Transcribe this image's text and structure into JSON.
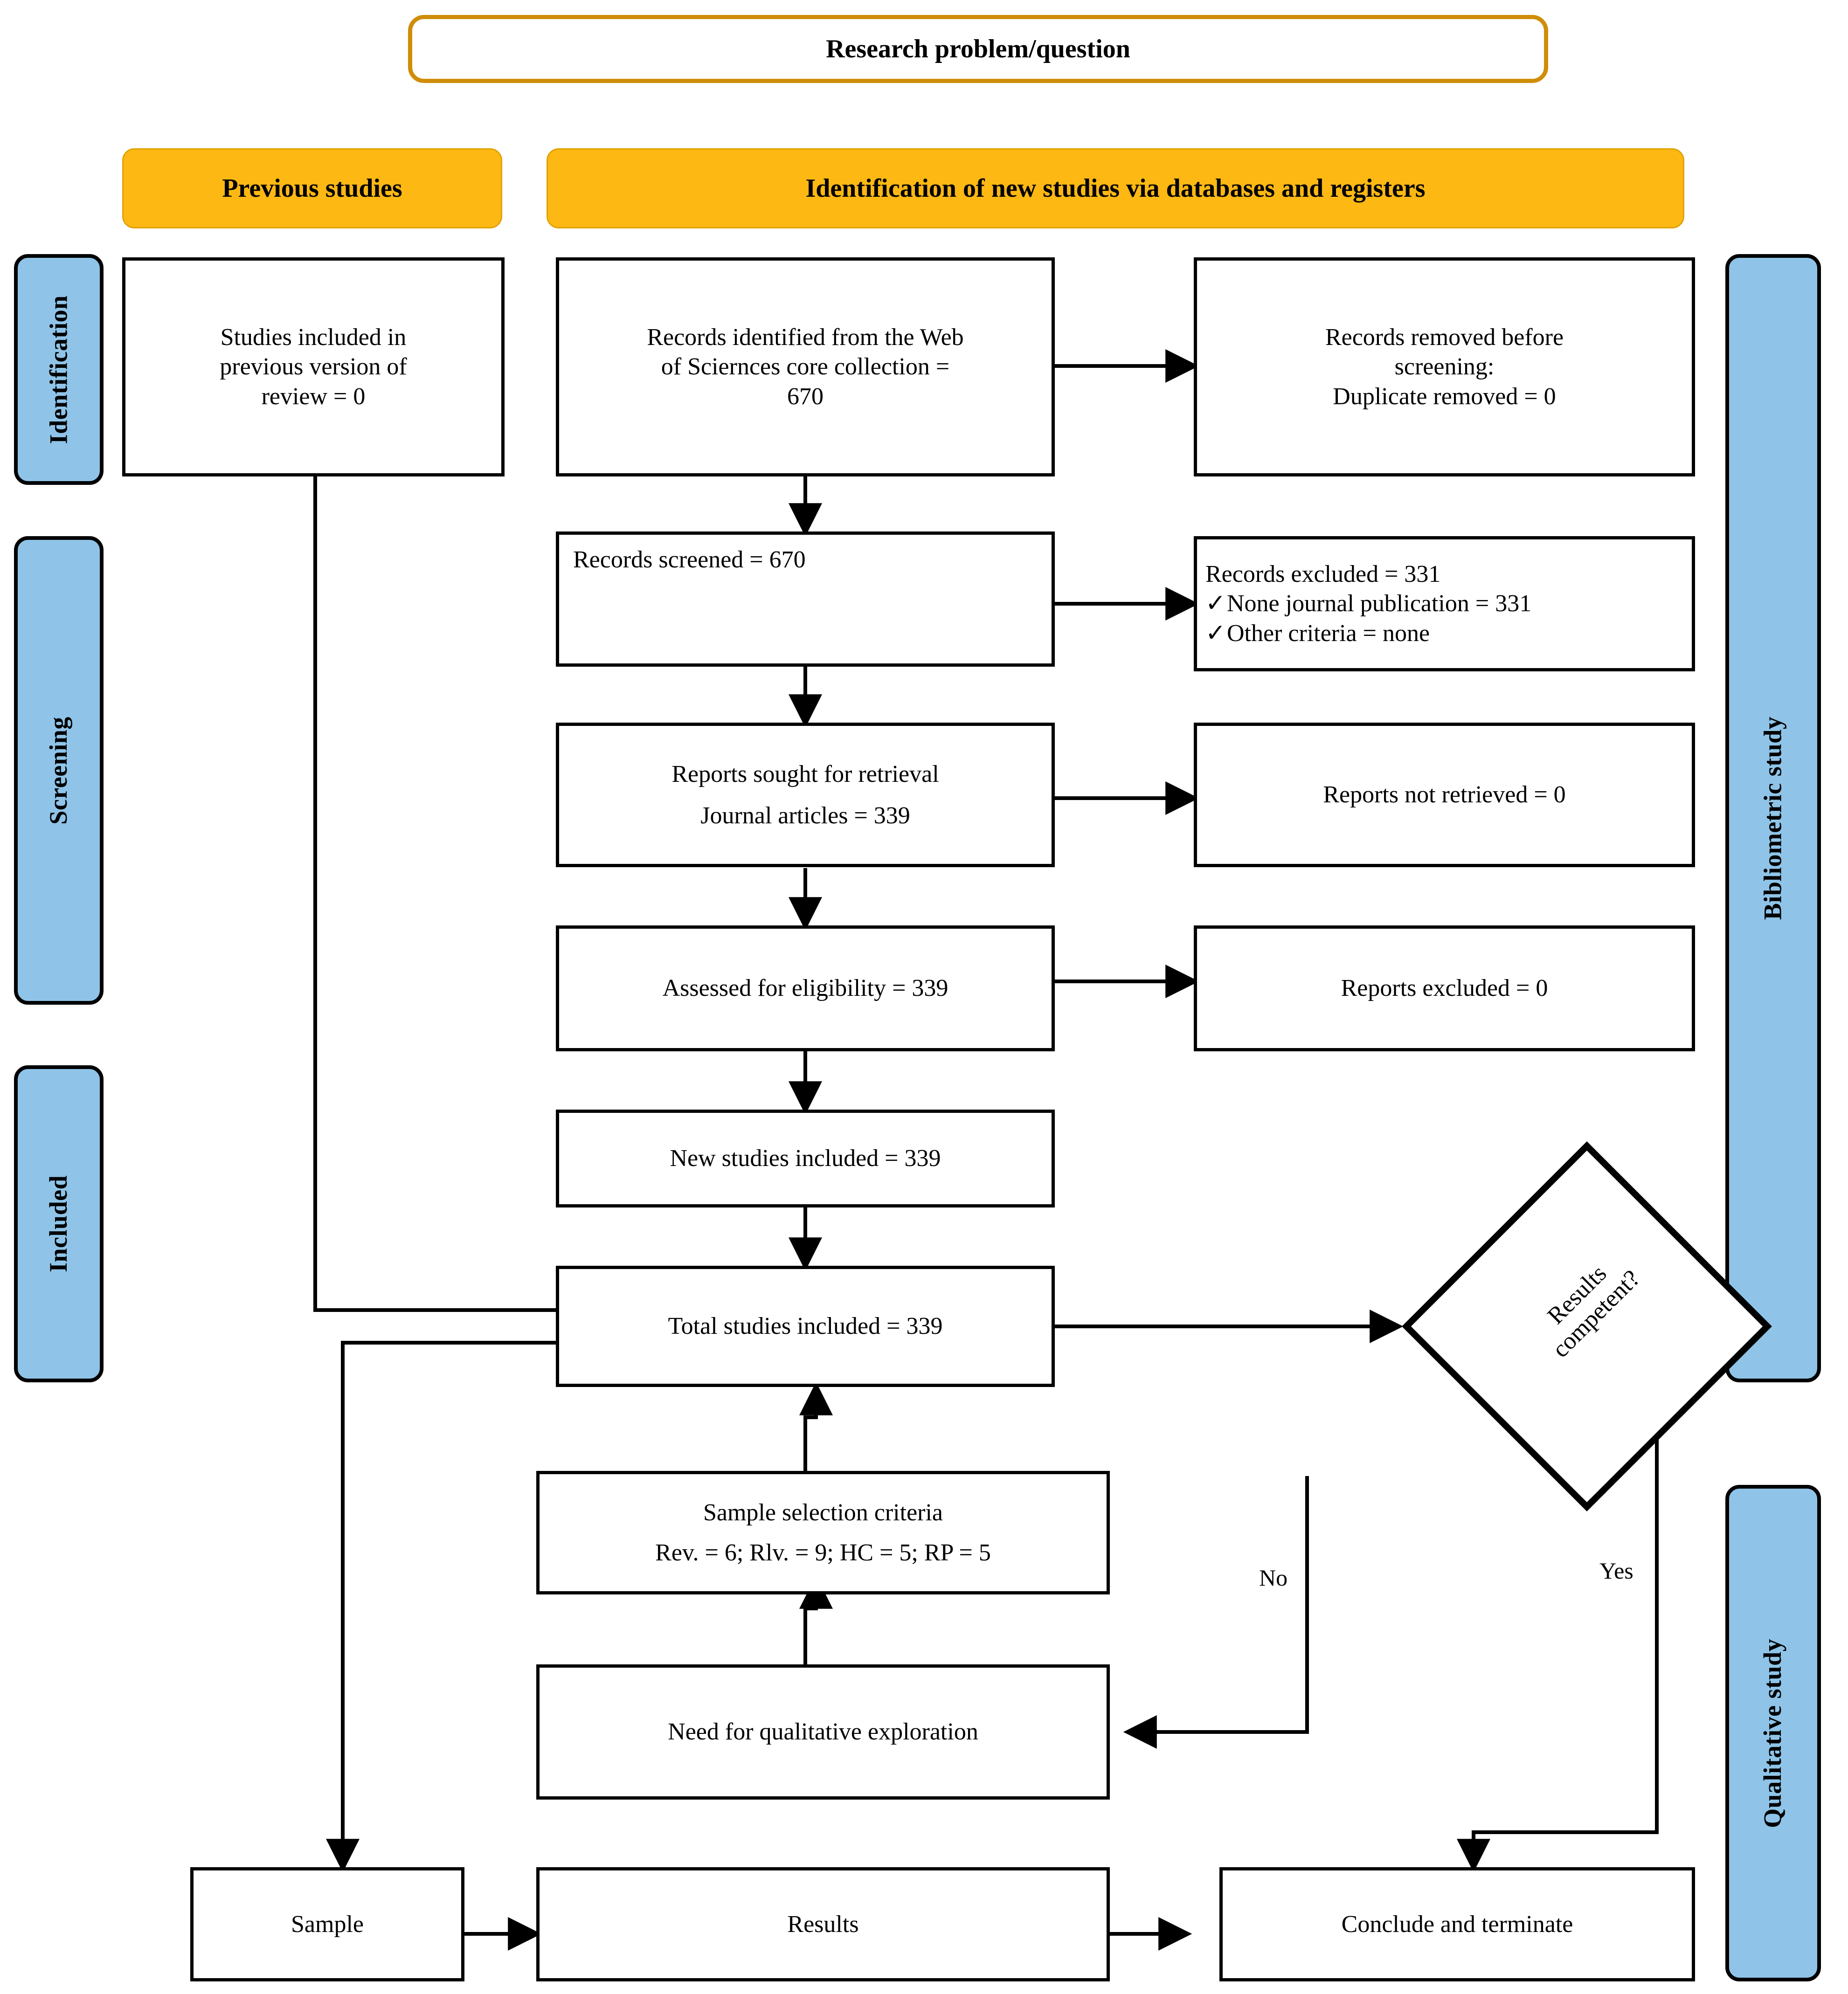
{
  "diagram": {
    "type": "prisma-flow-diagram",
    "title": "Research problem/question"
  },
  "top": {
    "research_question": "Research problem/question"
  },
  "headers": {
    "previous_studies": "Previous studies",
    "identification_new": "Identification of new studies via databases and registers"
  },
  "stage_labels": {
    "identification": "Identification",
    "screening": "Screening",
    "included": "Included"
  },
  "right_labels": {
    "bibliometric": "Bibliometric study",
    "qualitative": "Qualitative study"
  },
  "boxes": {
    "previous_version": {
      "line1": "Studies included in",
      "line2": "previous version of",
      "line3": "review    = 0"
    },
    "records_identified": {
      "line1": "Records identified from the Web",
      "line2": "of Sciernces core collection =",
      "line3": "670"
    },
    "records_removed": {
      "line1": "Records removed before",
      "line2": "screening:",
      "line3": "Duplicate removed = 0"
    },
    "records_screened": {
      "line1": "Records screened = 670"
    },
    "records_excluded": {
      "line1": "Records excluded = 331",
      "line2": "None journal publication = 331",
      "line3": "Other criteria = none",
      "check": "✓"
    },
    "reports_sought": {
      "line1": "Reports sought for retrieval",
      "line2": "Journal articles = 339"
    },
    "reports_not_retrieved": {
      "line1": "Reports not retrieved = 0"
    },
    "assessed_eligibility": {
      "line1": "Assessed for eligibility = 339"
    },
    "reports_excluded": {
      "line1": "Reports excluded = 0"
    },
    "new_studies": {
      "line1": "New studies included = 339"
    },
    "total_studies": {
      "line1": "Total studies included = 339"
    },
    "sample_criteria": {
      "line1": "Sample selection criteria",
      "line2": "Rev. = 6; Rlv. = 9; HC = 5; RP = 5"
    },
    "need_qualitative": {
      "line1": "Need for qualitative exploration"
    },
    "sample": {
      "line1": "Sample"
    },
    "results": {
      "line1": "Results"
    },
    "conclude": {
      "line1": "Conclude and terminate"
    }
  },
  "decision": {
    "label": "Results\ncompetent?",
    "branch_no": "No",
    "branch_yes": "Yes"
  },
  "colors": {
    "orange_fill": "#fdb813",
    "orange_outline": "#cf8d09",
    "blue_fill": "#8fc4e8",
    "stroke": "#000000",
    "background": "#ffffff"
  }
}
